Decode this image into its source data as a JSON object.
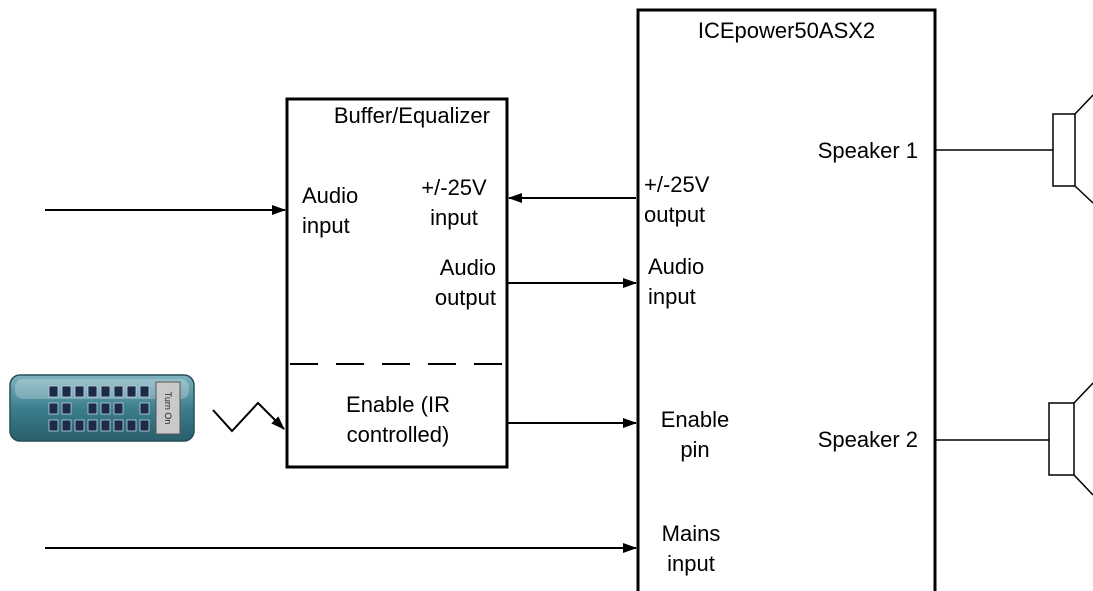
{
  "amplifier": {
    "title": "ICEpower50ASX2",
    "inputs": {
      "supply": [
        "+/-25V",
        "output"
      ],
      "audio": [
        "Audio",
        "input"
      ],
      "enable": [
        "Enable",
        "pin"
      ],
      "mains": [
        "Mains",
        "input"
      ]
    },
    "outputs": {
      "speaker1": "Speaker 1",
      "speaker2": "Speaker 2"
    }
  },
  "buffer": {
    "title": "Buffer/Equalizer",
    "audio_input": [
      "Audio",
      "input"
    ],
    "supply_input": [
      "+/-25V",
      "input"
    ],
    "audio_output": [
      "Audio",
      "output"
    ],
    "enable": [
      "Enable (IR",
      "controlled)"
    ]
  },
  "remote": {
    "label": "Turn On",
    "icon": "ir-remote-icon"
  },
  "colors": {
    "line": "#000000",
    "remote_body": "#3c7f8e",
    "remote_button": "#1e2a4a"
  }
}
